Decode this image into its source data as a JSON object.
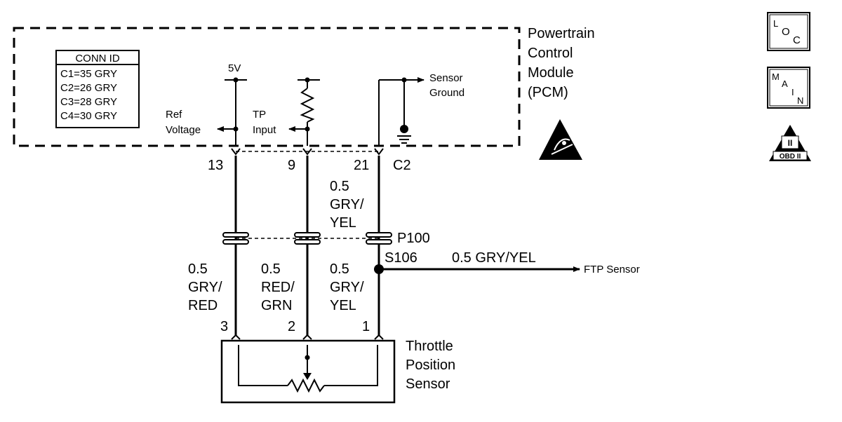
{
  "pcm": {
    "title_lines": [
      "Powertrain",
      "Control",
      "Module",
      "(PCM)"
    ],
    "connector": "C2"
  },
  "conn_id": {
    "header": "CONN ID",
    "rows": [
      "C1=35 GRY",
      "C2=26 GRY",
      "C3=28 GRY",
      "C4=30 GRY"
    ]
  },
  "pcm_labels": {
    "five_v": "5V",
    "ref_voltage": [
      "Ref",
      "Voltage"
    ],
    "tp_input": [
      "TP",
      "Input"
    ],
    "sensor_ground": [
      "Sensor",
      "Ground"
    ]
  },
  "pins_pcm": [
    "13",
    "9",
    "21"
  ],
  "wire_upper": [
    "0.5",
    "GRY/",
    "YEL"
  ],
  "connectors": {
    "inline": "P100",
    "splice": "S106"
  },
  "branch": {
    "wire": "0.5 GRY/YEL",
    "dest": "FTP Sensor"
  },
  "wires_lower": [
    [
      "0.5",
      "GRY/",
      "RED"
    ],
    [
      "0.5",
      "RED/",
      "GRN"
    ],
    [
      "0.5",
      "GRY/",
      "YEL"
    ]
  ],
  "pins_sensor": [
    "3",
    "2",
    "1"
  ],
  "sensor_title": [
    "Throttle",
    "Position",
    "Sensor"
  ],
  "badges": {
    "loc": [
      "L",
      "O",
      "C"
    ],
    "main": [
      "M",
      "A",
      "I",
      "N"
    ],
    "obd": [
      "II",
      "OBD II"
    ]
  },
  "icons": [
    "esd-warning-icon",
    "loc-badge-icon",
    "main-badge-icon",
    "obd-ii-badge-icon",
    "ground-icon",
    "resistor-icon"
  ]
}
